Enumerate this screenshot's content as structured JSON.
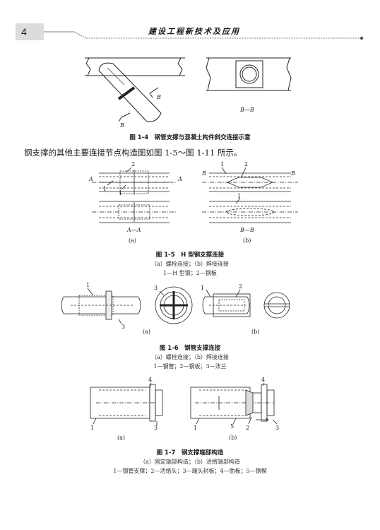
{
  "header": {
    "page_number": "4",
    "running_title": "建设工程新技术及应用"
  },
  "figure_1_4": {
    "caption": "图 1-4　钢管支撑与混凝土构件斜交连接示意",
    "section_label": "B—B",
    "label_b_left": "B",
    "label_b_right": "B"
  },
  "body": {
    "paragraph": "钢支撑的其他主要连接节点构造图如图 1-5～图 1-11 所示。"
  },
  "figure_1_5": {
    "caption": "图 1-5　H 型钢支撑连接",
    "sub_caption": "（a）螺栓连接；（b）焊接连接",
    "legend": "1—H 型钢；2—钢板",
    "panel_a": "(a)",
    "panel_b": "(b)",
    "section_a": "A—A",
    "section_b": "B—B",
    "marker_a": "A",
    "marker_b": "B",
    "n1": "1",
    "n2": "2"
  },
  "figure_1_6": {
    "caption": "图 1-6　钢管支撑连接",
    "sub_caption": "（a）螺栓连接；（b）焊接连接",
    "legend": "1—钢管；2—钢板；3—法兰",
    "panel_a": "(a)",
    "panel_b": "(b)",
    "n1": "1",
    "n2": "2",
    "n3": "3"
  },
  "figure_1_7": {
    "caption": "图 1-7　钢支撑端部构造",
    "sub_caption": "（a）固定端部构造；（b）活络端部构造",
    "legend": "1—钢管支撑；2—活络头；3—端头封板；4—肋板；5—钢楔",
    "panel_a": "(a)",
    "panel_b": "(b)",
    "n1": "1",
    "n2": "2",
    "n3": "3",
    "n4": "4",
    "n5": "5"
  }
}
